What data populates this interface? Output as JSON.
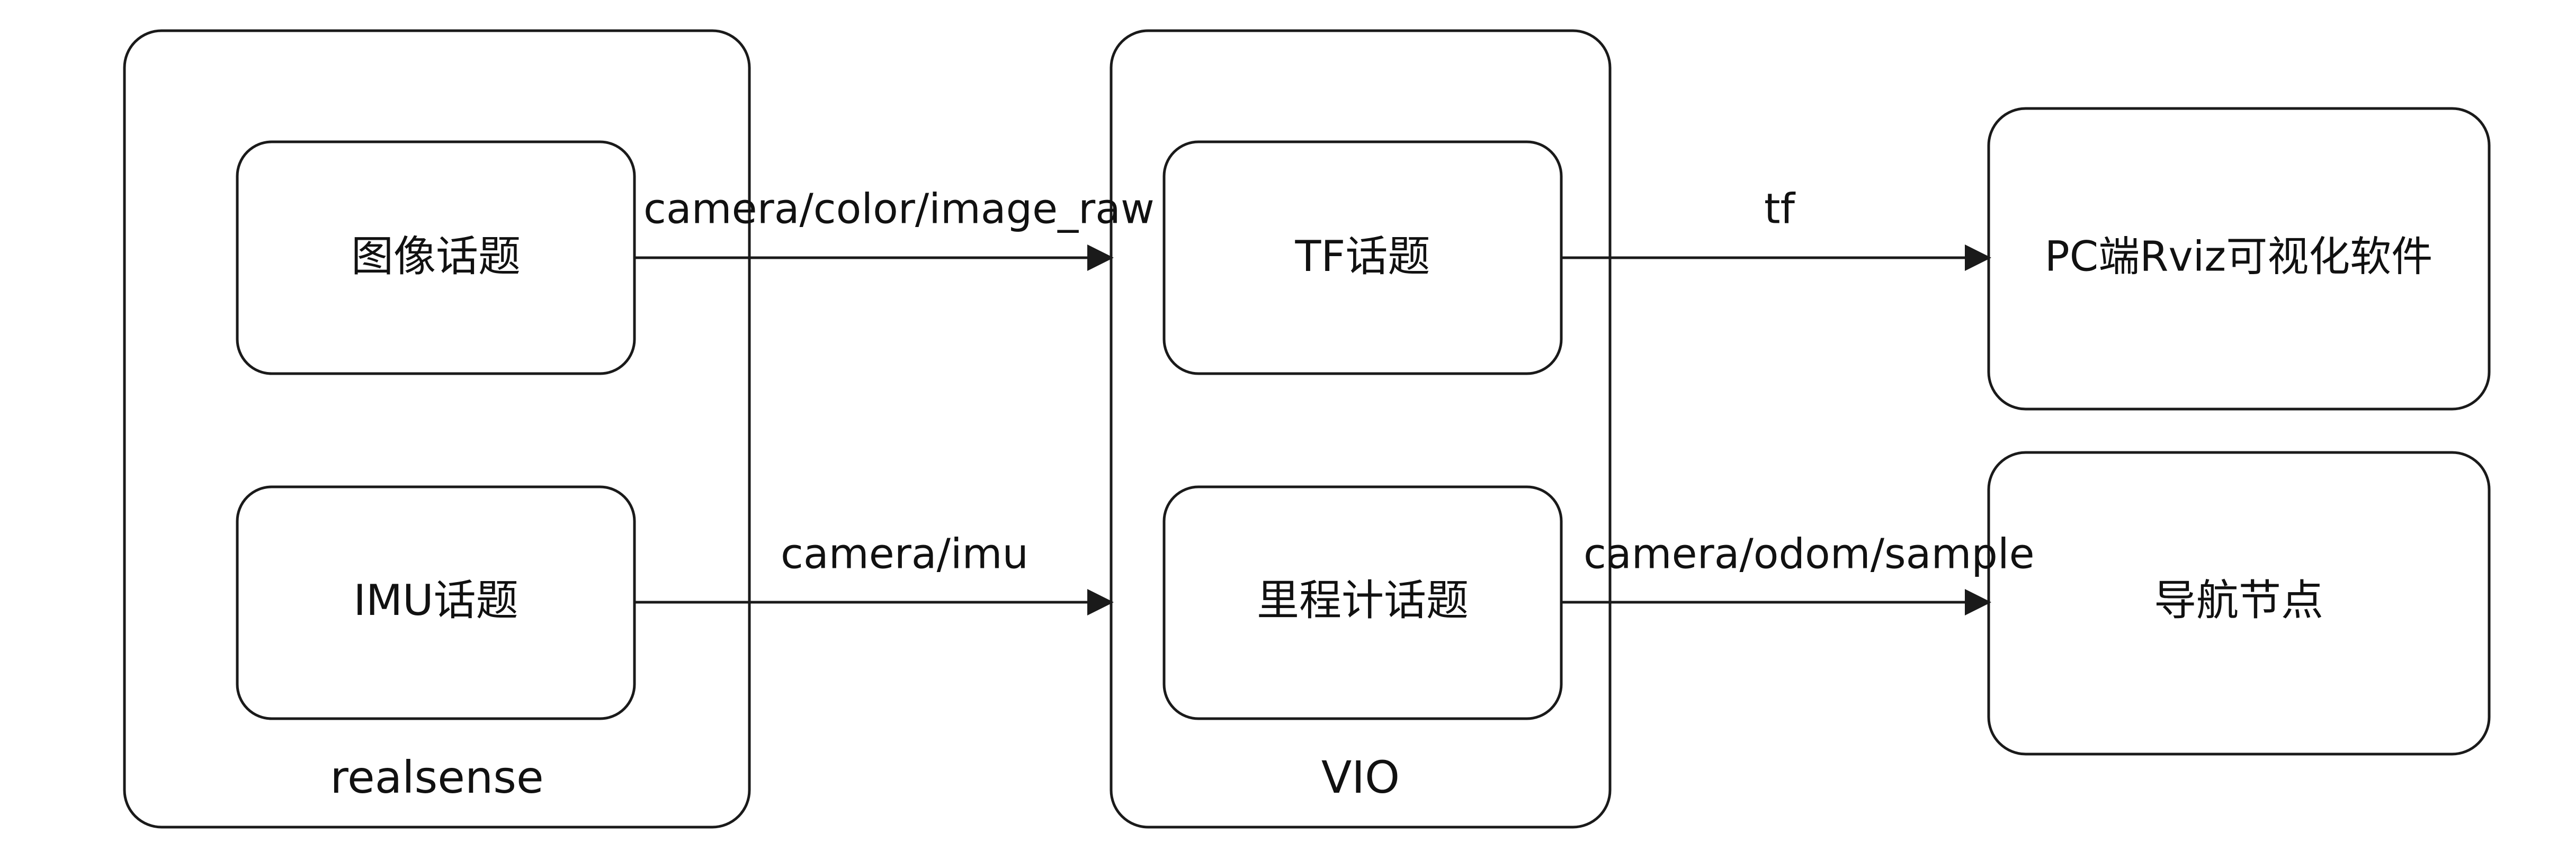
{
  "diagram": {
    "containers": {
      "realsense": {
        "label": "realsense"
      },
      "vio": {
        "label": "VIO"
      }
    },
    "nodes": {
      "image_topic": {
        "label": "图像话题"
      },
      "imu_topic": {
        "label": "IMU话题"
      },
      "tf_topic": {
        "label": "TF话题"
      },
      "odom_topic": {
        "label": "里程计话题"
      },
      "rviz": {
        "label": "PC端Rviz可视化软件"
      },
      "nav_node": {
        "label": "导航节点"
      }
    },
    "edges": {
      "image_to_tf": {
        "label": "camera/color/image_raw"
      },
      "imu_to_odom": {
        "label": "camera/imu"
      },
      "tf_to_rviz": {
        "label": "tf"
      },
      "odom_to_nav": {
        "label": "camera/odom/sample"
      }
    },
    "colors": {
      "stroke": "#1a1a1a",
      "text": "#111111",
      "background": "#ffffff"
    }
  }
}
